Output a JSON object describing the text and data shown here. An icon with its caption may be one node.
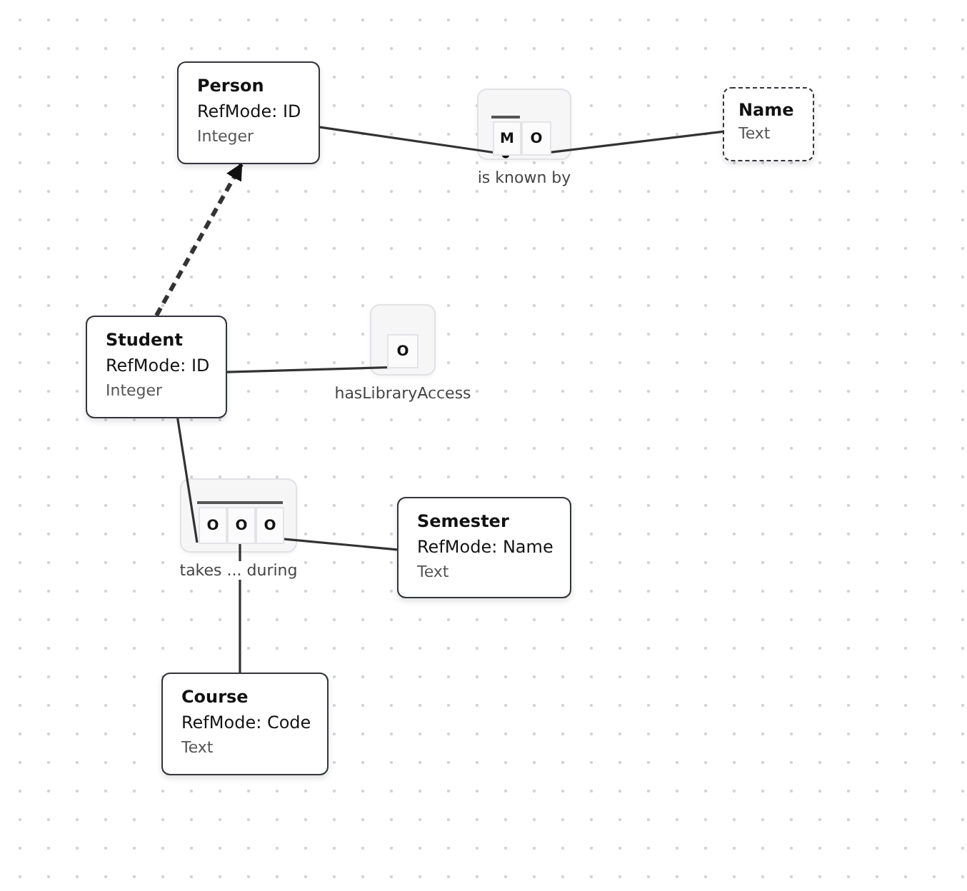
{
  "diagram": {
    "nodes": [
      {
        "text": [
          "Person",
          "RefMode: ID",
          "Integer"
        ]
      },
      {
        "text": [],
        "shape": "box",
        "beside": [
          "is known by"
        ]
      },
      {
        "text": [
          "M"
        ],
        "in": 1
      },
      {
        "text": [
          "O"
        ],
        "in": 1
      },
      {
        "text": [
          "Name",
          "Text"
        ]
      },
      {
        "text": [
          "Student",
          "RefMode: ID",
          "Integer"
        ]
      },
      {
        "text": [],
        "shape": "box",
        "beside": [
          "hasLibraryAccess"
        ]
      },
      {
        "text": [
          "O"
        ],
        "in": 6
      },
      {
        "text": [],
        "shape": "box",
        "beside": [
          "takes ... during"
        ]
      },
      {
        "text": [
          "O"
        ],
        "in": 8
      },
      {
        "text": [
          "O"
        ],
        "in": 8
      },
      {
        "text": [
          "O"
        ],
        "in": 8
      },
      {
        "text": [
          "Semester",
          "RefMode: Name",
          "Text"
        ]
      },
      {
        "text": [
          "Course",
          "RefMode: Code",
          "Text"
        ]
      }
    ],
    "edges": [
      {
        "from": 0,
        "to": 2,
        "arrow": "other"
      },
      {
        "from": 3,
        "to": 4,
        "arrow": "none"
      },
      {
        "from": 5,
        "to": 0,
        "arrow": "to",
        "style": "dashed"
      },
      {
        "from": 5,
        "to": 7,
        "arrow": "none"
      },
      {
        "from": 5,
        "to": 9,
        "arrow": "none"
      },
      {
        "from": 10,
        "to": 13,
        "arrow": "none"
      },
      {
        "from": 11,
        "to": 12,
        "arrow": "none"
      }
    ]
  }
}
